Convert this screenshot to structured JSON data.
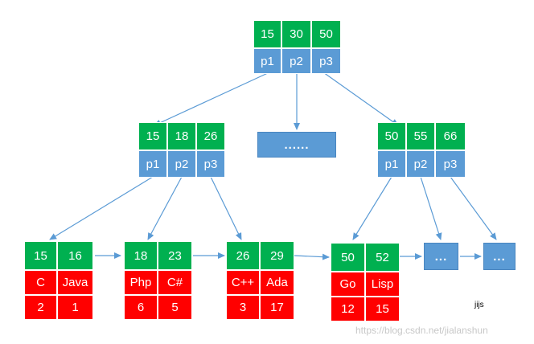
{
  "root": {
    "keys": [
      "15",
      "30",
      "50"
    ],
    "ptrs": [
      "p1",
      "p2",
      "p3"
    ]
  },
  "mid_left": {
    "keys": [
      "15",
      "18",
      "26"
    ],
    "ptrs": [
      "p1",
      "p2",
      "p3"
    ]
  },
  "mid_right": {
    "keys": [
      "50",
      "55",
      "66"
    ],
    "ptrs": [
      "p1",
      "p2",
      "p3"
    ]
  },
  "mid_placeholder": "......",
  "leaves": [
    {
      "keys": [
        "15",
        "16"
      ],
      "values": [
        "C",
        "Java"
      ],
      "counts": [
        "2",
        "1"
      ]
    },
    {
      "keys": [
        "18",
        "23"
      ],
      "values": [
        "Php",
        "C#"
      ],
      "counts": [
        "6",
        "5"
      ]
    },
    {
      "keys": [
        "26",
        "29"
      ],
      "values": [
        "C++",
        "Ada"
      ],
      "counts": [
        "3",
        "17"
      ]
    },
    {
      "keys": [
        "50",
        "52"
      ],
      "values": [
        "Go",
        "Lisp"
      ],
      "counts": [
        "12",
        "15"
      ]
    }
  ],
  "leaf_placeholders": [
    "...",
    "..."
  ],
  "note": "jijs",
  "watermark": "https://blog.csdn.net/jialanshun",
  "colors": {
    "key": "#00b050",
    "pointer": "#5b9bd5",
    "data": "#ff0000",
    "arrow": "#5b9bd5"
  }
}
